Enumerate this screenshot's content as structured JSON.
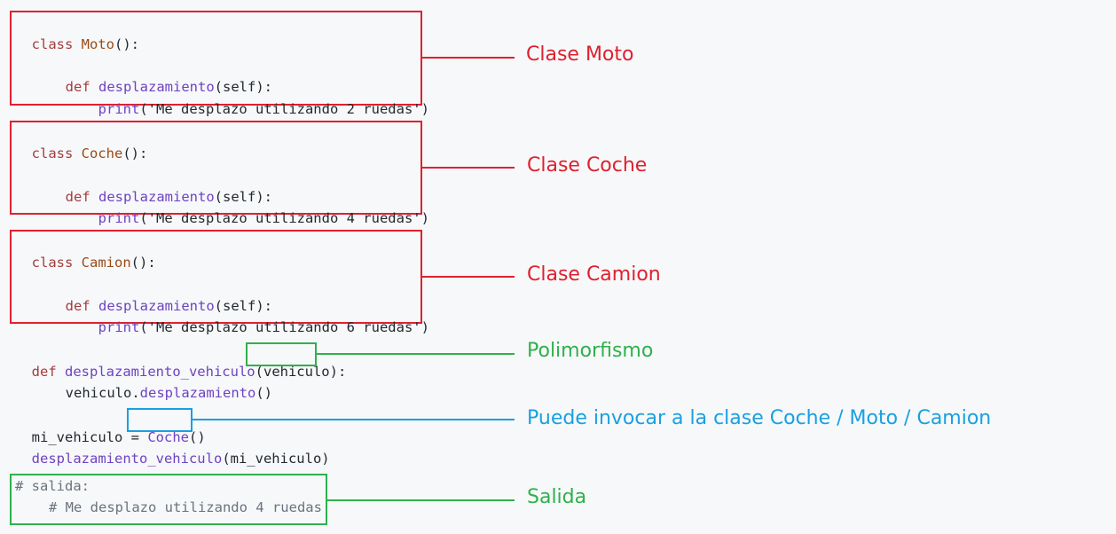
{
  "code": {
    "moto": {
      "l1": {
        "kw": "class ",
        "name": "Moto",
        "rest": "():"
      },
      "l2": {
        "kw": "def ",
        "fn": "desplazamiento",
        "rest": "(self):"
      },
      "l3": {
        "fn": "print",
        "str": "('Me desplazo utilizando 2 ruedas')"
      }
    },
    "coche": {
      "l1": {
        "kw": "class ",
        "name": "Coche",
        "rest": "():"
      },
      "l2": {
        "kw": "def ",
        "fn": "desplazamiento",
        "rest": "(self):"
      },
      "l3": {
        "fn": "print",
        "str": "('Me desplazo utilizando 4 ruedas')"
      }
    },
    "camion": {
      "l1": {
        "kw": "class ",
        "name": "Camion",
        "rest": "():"
      },
      "l2": {
        "kw": "def ",
        "fn": "desplazamiento",
        "rest": "(self):"
      },
      "l3": {
        "fn": "print",
        "str": "('Me desplazo utilizando 6 ruedas')"
      }
    },
    "def_vehiculo": {
      "kw": "def ",
      "fn": "desplazamiento_vehiculo",
      "open": "(",
      "param": "vehiculo",
      "close": "):"
    },
    "call_line": {
      "obj": "vehiculo.",
      "fn": "desplazamiento",
      "rest": "()"
    },
    "assign": {
      "var": "mi_vehiculo = ",
      "cls": "Coche",
      "rest": "()"
    },
    "invoke": {
      "fn": "desplazamiento_vehiculo",
      "rest": "(mi_vehiculo)"
    },
    "output": {
      "l1": "# salida:",
      "l2": "# Me desplazo utilizando 4 ruedas"
    }
  },
  "annotations": {
    "moto": "Clase Moto",
    "coche": "Clase Coche",
    "camion": "Clase Camion",
    "polimorfismo": "Polimorfismo",
    "invocar": "Puede invocar a la clase Coche / Moto / Camion",
    "salida": "Salida"
  },
  "colors": {
    "red": "#e0202e",
    "green": "#2fb14c",
    "blue": "#1aa0e0",
    "background": "#f6f8fa"
  }
}
